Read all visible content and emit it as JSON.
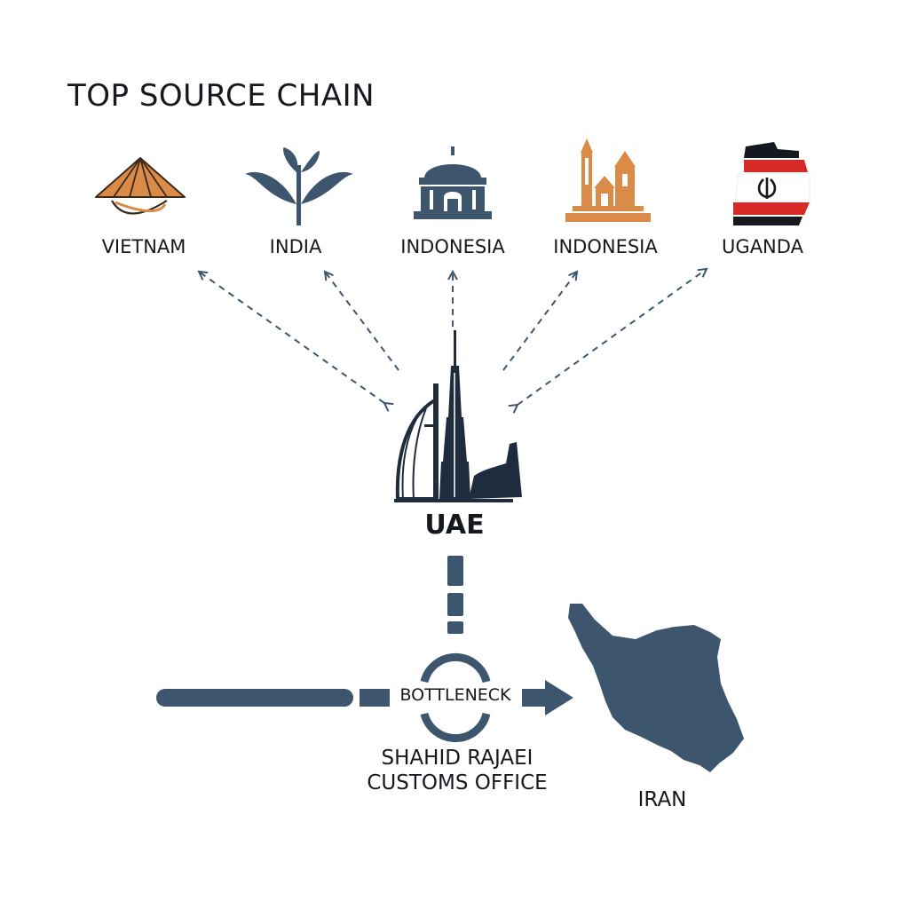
{
  "title": "TOP SOURCE CHAIN",
  "sources": [
    {
      "label": "VIETNAM",
      "icon": "conical-hat-icon"
    },
    {
      "label": "INDIA",
      "icon": "tea-plant-icon"
    },
    {
      "label": "INDONESIA",
      "icon": "temple-icon"
    },
    {
      "label": "INDONESIA",
      "icon": "minaret-mosque-icon"
    },
    {
      "label": "UGANDA",
      "icon": "flag-map-icon"
    }
  ],
  "hub": {
    "label": "UAE",
    "icon": "dubai-skyline-icon"
  },
  "bottleneck": {
    "label": "BOTTLENECK"
  },
  "customs": {
    "line1": "SHAHID RAJAEI",
    "line2": "CUSTOMS OFFICE"
  },
  "destination": {
    "label": "IRAN",
    "icon": "iran-map-icon"
  },
  "colors": {
    "navy": "#3d566e",
    "orange": "#db8b48",
    "red": "#d52a26",
    "text": "#15191f"
  }
}
